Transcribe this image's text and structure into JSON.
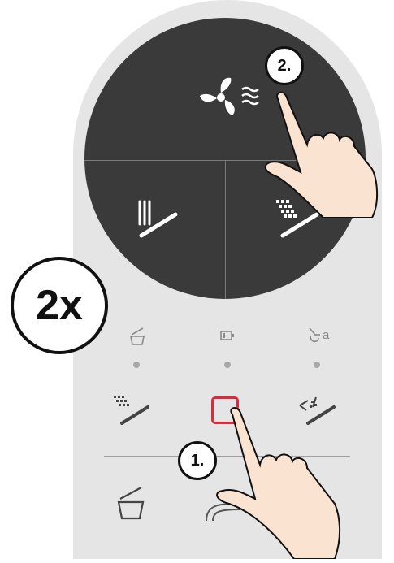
{
  "badges": {
    "repeat": "2x",
    "step_one": "1.",
    "step_two": "2."
  },
  "dial": {
    "top_icon": "fan-dryer-icon",
    "bottom_left_icon": "lady-wash-icon",
    "bottom_right_icon": "rear-wash-icon"
  },
  "status_row": {
    "icons": [
      "lid-icon",
      "battery-icon",
      "descale-icon"
    ],
    "descale_label": "a"
  },
  "colors": {
    "dial_background": "#3a3a3a",
    "remote_background": "#e5e5e5",
    "highlight": "#e0283a"
  }
}
